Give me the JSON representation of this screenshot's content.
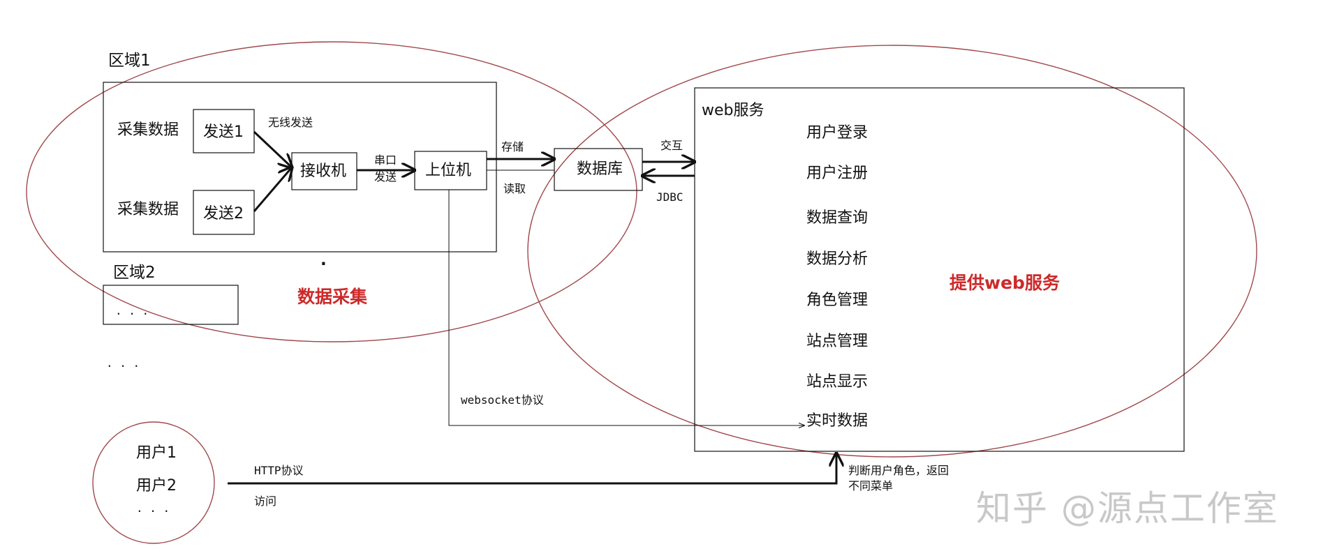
{
  "regions": {
    "region1_title": "区域1",
    "region2_title": "区域2",
    "region2_dots": ". . .",
    "more_dots": ". . ."
  },
  "collection": {
    "collect_label_1": "采集数据",
    "collect_label_2": "采集数据",
    "send_1": "发送1",
    "send_2": "发送2",
    "wireless_send": "无线发送",
    "receiver": "接收机",
    "serial_line1": "串口",
    "serial_line2": "发送",
    "host": "上位机",
    "dot": "."
  },
  "storage": {
    "store": "存储",
    "read": "读取",
    "database": "数据库",
    "interact": "交互",
    "jdbc": "JDBC"
  },
  "web": {
    "title": "web服务",
    "items": [
      "用户登录",
      "用户注册",
      "数据查询",
      "数据分析",
      "角色管理",
      "站点管理",
      "站点显示",
      "实时数据"
    ]
  },
  "protocols": {
    "websocket": "websocket协议",
    "http": "HTTP协议",
    "visit": "访问",
    "role_note": "判断用户角色，返回不同菜单"
  },
  "users": {
    "user1": "用户1",
    "user2": "用户2",
    "dots": ". . ."
  },
  "annotations": {
    "data_collection": "数据采集",
    "web_service": "提供web服务"
  },
  "watermark": "知乎 @源点工作室",
  "colors": {
    "ellipse": "#a0484c",
    "annotation": "#cc2a2a",
    "line": "#111111"
  }
}
